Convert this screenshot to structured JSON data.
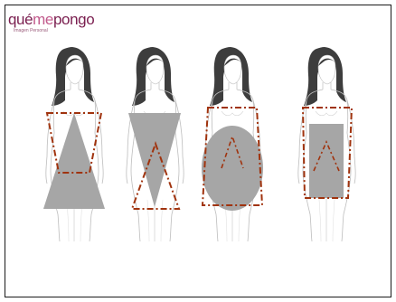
{
  "logo": {
    "part1": "qué",
    "part2": "me",
    "part3": "pongo",
    "subtitle": "Imagen Personal"
  },
  "figures": [
    {
      "name": "figure-1",
      "fill_shape": "triangle",
      "outline_shape": "inverted-trapezoid"
    },
    {
      "name": "figure-2",
      "fill_shape": "inverted-triangle",
      "outline_shape": "triangle"
    },
    {
      "name": "figure-3",
      "fill_shape": "oval",
      "outline_shape": "trapezoid"
    },
    {
      "name": "figure-4",
      "fill_shape": "rectangle",
      "outline_shape": "rectangle"
    }
  ],
  "colors": {
    "fill": "#a6a6a6",
    "outline": "#a0330e",
    "hair": "#3d3d3d",
    "body_line": "#bdbdbd",
    "frame": "#1a1a1a"
  }
}
